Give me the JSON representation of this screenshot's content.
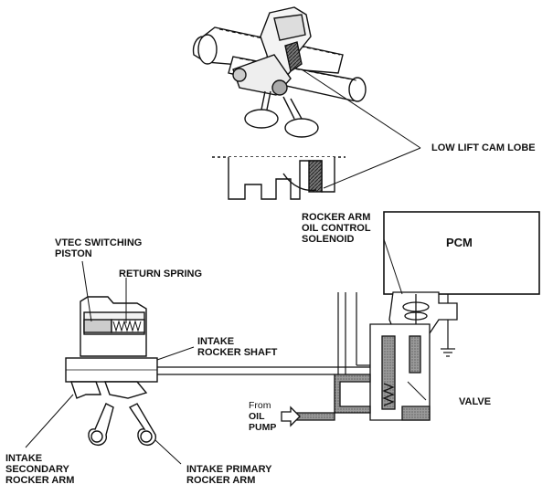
{
  "labels": {
    "low_lift_cam_lobe": "LOW LIFT CAM LOBE",
    "rocker_arm_solenoid": [
      "ROCKER ARM",
      "OIL CONTROL",
      "SOLENOID"
    ],
    "pcm": "PCM",
    "vtec_piston": [
      "VTEC SWITCHING",
      "PISTON"
    ],
    "return_spring": "RETURN SPRING",
    "intake_rocker_shaft": [
      "INTAKE",
      "ROCKER SHAFT"
    ],
    "valve": "VALVE",
    "from_oil_pump": [
      "From",
      "OIL",
      "PUMP"
    ],
    "intake_secondary": [
      "INTAKE",
      "SECONDARY",
      "ROCKER ARM"
    ],
    "intake_primary": [
      "INTAKE PRIMARY",
      "ROCKER ARM"
    ]
  },
  "colors": {
    "line": "#111111",
    "oil_fill": "#8a8a8a",
    "cam_lobe_fill": "#555555"
  }
}
